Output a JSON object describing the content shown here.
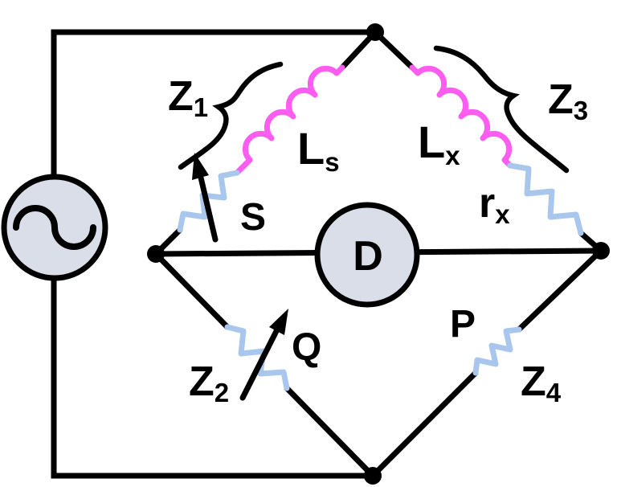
{
  "diagram": {
    "kind": "ac-bridge-circuit"
  },
  "labels": {
    "z1": {
      "main": "Z",
      "sub": "1"
    },
    "z2": {
      "main": "Z",
      "sub": "2"
    },
    "z3": {
      "main": "Z",
      "sub": "3"
    },
    "z4": {
      "main": "Z",
      "sub": "4"
    },
    "ls": {
      "main": "L",
      "sub": "s"
    },
    "lx": {
      "main": "L",
      "sub": "x"
    },
    "rx": {
      "main": "r",
      "sub": "x"
    },
    "s": "S",
    "q": "Q",
    "p": "P",
    "detector": "D"
  },
  "colors": {
    "wire": "#000000",
    "inductor_coil": "#fc5df0",
    "resistor_zigzag": "#a9c7ec",
    "component_fill": "#d9dee9",
    "text": "#000000",
    "background": "#ffffff"
  },
  "components": {
    "source": {
      "name": "ac-source",
      "icon": "sine-wave-icon"
    },
    "detector": {
      "name": "detector",
      "label_ref": "D"
    },
    "arms": [
      {
        "group": "Z1",
        "parts": [
          "S variable-resistor",
          "Ls inductor"
        ]
      },
      {
        "group": "Z3",
        "parts": [
          "Lx inductor",
          "rx resistor"
        ]
      },
      {
        "group": "Z2",
        "parts": [
          "Q variable-resistor"
        ]
      },
      {
        "group": "Z4",
        "parts": [
          "P resistor"
        ]
      }
    ]
  }
}
